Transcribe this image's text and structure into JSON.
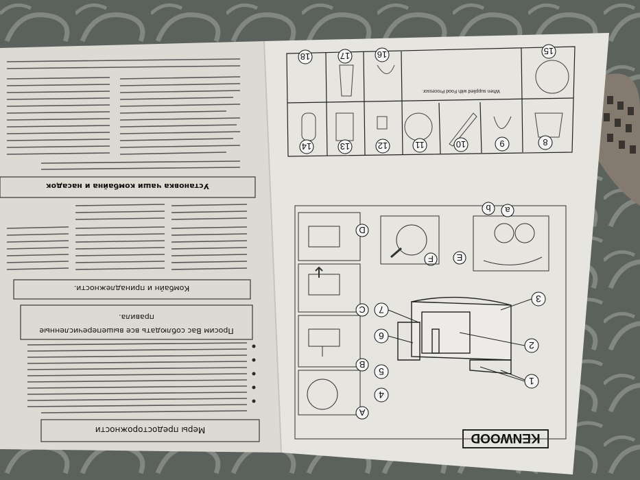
{
  "photo": {
    "subject": "Kenwood food processor instruction leaflet photographed upside down on a patterned tablecloth",
    "colors": {
      "tablecloth": "#5f6661",
      "pattern": "#a9aca6",
      "paper_left": "#e6e3dc",
      "paper_right": "#f1efea",
      "ink": "#2a2a2a",
      "metal_tool": "#8b7f74"
    }
  },
  "right_page": {
    "brand": "KENWOOD",
    "diagram_numbers": [
      "1",
      "2",
      "3",
      "4",
      "5",
      "6",
      "7"
    ],
    "panel_letters": [
      "A",
      "B",
      "C",
      "D",
      "E",
      "F"
    ],
    "callouts_e": [
      "a",
      "b"
    ],
    "grid_top": [
      "15",
      "16",
      "17",
      "18"
    ],
    "grid_bottom": [
      "8",
      "9",
      "10",
      "11",
      "12",
      "13",
      "14"
    ],
    "grid_note": "When supplied with Food Processor."
  },
  "left_page": {
    "precautions_title": "Меры предосторожности",
    "rules_title": "Просим Вас соблюдать все вышеперечисленные правила.",
    "parts_title": "Комбайн и принадлежности.",
    "assembly_title": "Установка чаши комбайна и насадок"
  }
}
